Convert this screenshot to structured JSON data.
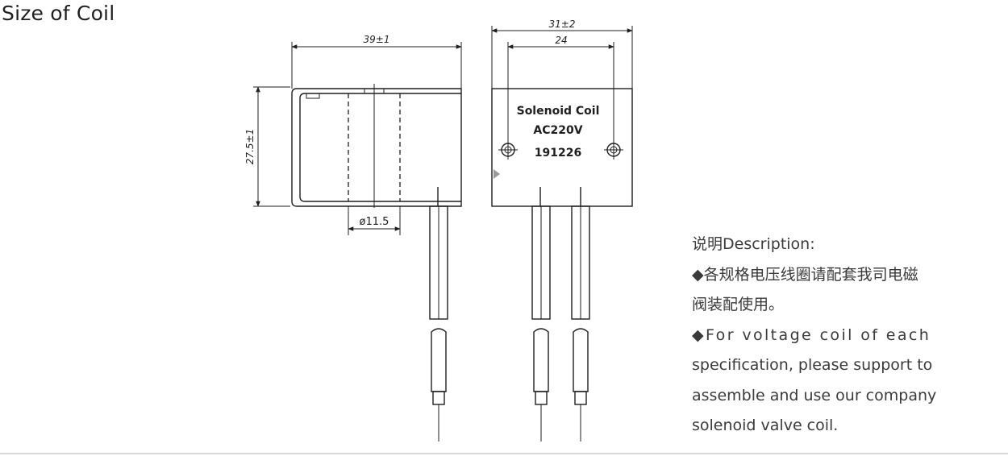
{
  "title": "Size of Coil",
  "side_view": {
    "width_dim": "39±1",
    "height_dim": "27.5±1",
    "bore_dim": "ø11.5"
  },
  "front_view": {
    "outer_width_dim": "31±2",
    "hole_spacing_dim": "24",
    "label_line1": "Solenoid Coil",
    "label_line2": "AC220V",
    "label_line3": "191226"
  },
  "description": {
    "heading": "说明Description:",
    "cn_line1": "◆各规格电压线圈请配套我司电磁",
    "cn_line2": "阀装配使用。",
    "en_line1": "◆For voltage coil of each",
    "en_line2": "specification, please support to",
    "en_line3": "assemble and use our company",
    "en_line4": "solenoid valve coil."
  }
}
